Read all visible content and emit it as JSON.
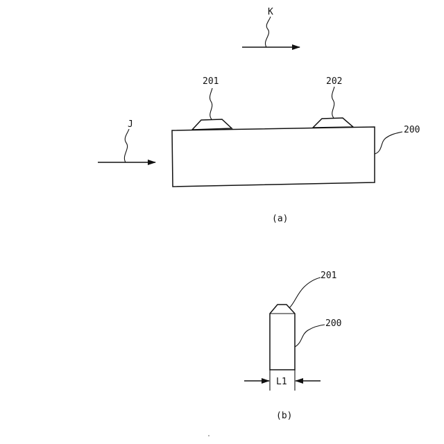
{
  "figure_a": {
    "caption": "(a)",
    "arrow_k_label": "K",
    "arrow_j_label": "J",
    "ref_201": "201",
    "ref_202": "202",
    "ref_200": "200"
  },
  "figure_b": {
    "caption": "(b)",
    "ref_201": "201",
    "ref_200": "200",
    "dimension_label": "L1"
  }
}
